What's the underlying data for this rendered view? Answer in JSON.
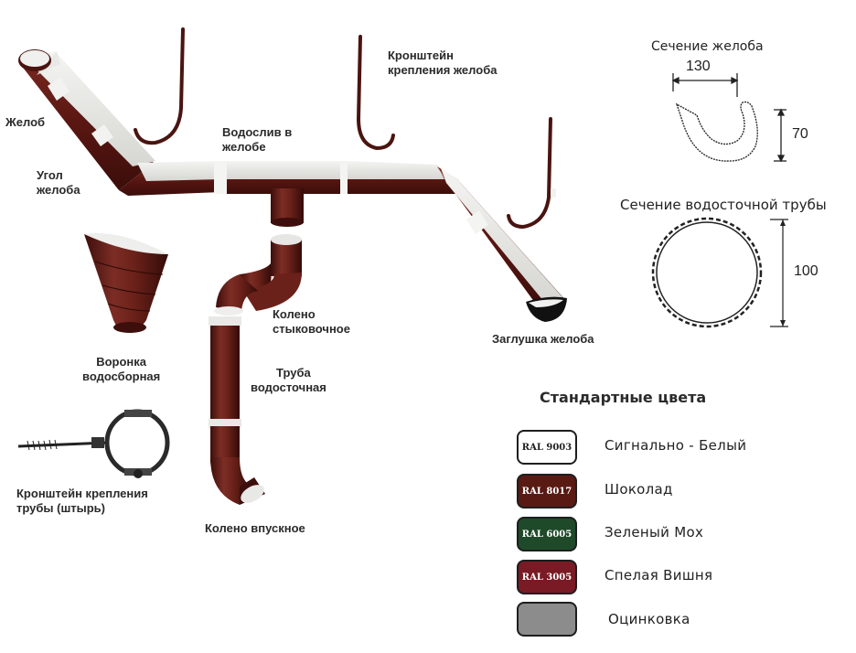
{
  "labels": {
    "gutter": "Желоб",
    "gutter_corner": [
      "Угол",
      "желоба"
    ],
    "gutter_outlet": [
      "Водослив в",
      "желобе"
    ],
    "gutter_bracket": [
      "Кронштейн",
      "крепления желоба"
    ],
    "gutter_end_cap": "Заглушка желоба",
    "elbow_joint": [
      "Колено",
      "стыковочное"
    ],
    "downpipe": [
      "Труба",
      "водосточная"
    ],
    "outlet_elbow": "Колено впускное",
    "funnel": [
      "Воронка",
      "водосборная"
    ],
    "pipe_bracket": [
      "Кронштейн крепления",
      "трубы (штырь)"
    ]
  },
  "gutter_section": {
    "title": "Сечение желоба",
    "width": "130",
    "height": "70"
  },
  "pipe_section": {
    "title": "Сечение водосточной трубы",
    "diameter": "100"
  },
  "colors": {
    "title": "Стандартные цвета",
    "items": [
      {
        "code": "RAL 9003",
        "name": "Сигнально - Белый",
        "hex": "#ffffff",
        "text_color": "#222222"
      },
      {
        "code": "RAL 8017",
        "name": "Шоколад",
        "hex": "#5a1a14",
        "text_color": "#ffffff"
      },
      {
        "code": "RAL 6005",
        "name": "Зеленый Мох",
        "hex": "#1f4a2a",
        "text_color": "#ffffff"
      },
      {
        "code": "RAL 3005",
        "name": "Спелая Вишня",
        "hex": "#7a1a24",
        "text_color": "#ffffff"
      },
      {
        "code": "",
        "name": "Оцинковка",
        "hex": "#8c8c8c",
        "text_color": "#222222"
      }
    ]
  }
}
